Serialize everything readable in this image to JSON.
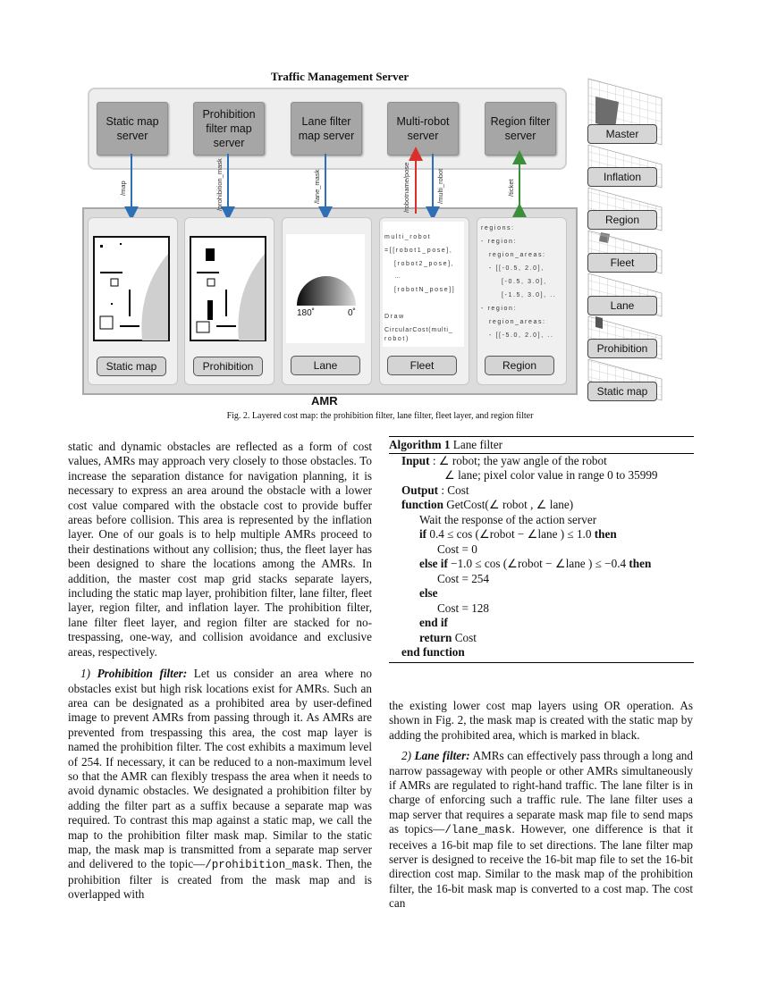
{
  "figure": {
    "server_title": "Traffic Management Server",
    "servers": [
      "Static map server",
      "Prohibition filter map server",
      "Lane filter map server",
      "Multi-robot server",
      "Region filter server"
    ],
    "topics": [
      "/map",
      "/prohibition_mask",
      "/lane_mask",
      "/robotname/pose",
      "/multi_robot",
      "/ticket"
    ],
    "amr_label": "AMR",
    "panels": [
      "Static map",
      "Prohibition",
      "Lane",
      "Fleet",
      "Region"
    ],
    "lane_angles": [
      "180˚",
      "0˚"
    ],
    "fleet_text": [
      "multi_robot",
      "=[[robot1_pose],",
      "[robot2_pose],",
      "…",
      "[robotN_pose]]",
      "Draw",
      "CircularCost(multi_",
      "robot)"
    ],
    "region_text": [
      "regions:",
      "- region:",
      "region_areas:",
      "- [[-0.5, 2.0],",
      "[-0.5, 3.0],",
      "[-1.5, 3.0], ..",
      "- region:",
      "region_areas:",
      "- [[-5.0, 2.0], .."
    ],
    "layers": [
      "Master",
      "Inflation",
      "Region",
      "Fleet",
      "Lane",
      "Prohibition",
      "Static map"
    ],
    "caption": "Fig. 2.   Layered cost map: the prohibition filter, lane filter, fleet layer, and region filter",
    "colors": {
      "blue_arrow": "#2f6fb5",
      "red_arrow": "#d9302b",
      "green_arrow": "#3a8f3a"
    }
  },
  "left_column": {
    "p1": "static and dynamic obstacles are reflected as a form of cost values, AMRs may approach very closely to those obstacles. To increase the separation distance for navigation planning, it is necessary to express an area around the obstacle with a lower cost value compared with the obstacle cost to provide buffer areas before collision. This area is represented by the inflation layer. One of our goals is to help multiple AMRs proceed to their destinations without any collision; thus, the fleet layer has been designed to share the locations among the AMRs. In addition, the master cost map grid stacks separate layers, including the static map layer, prohibition filter, lane filter, fleet layer, region filter, and inflation layer. The prohibition filter, lane filter fleet layer, and region filter are stacked for no-trespassing, one-way, and collision avoidance and exclusive areas, respectively.",
    "p2_num": "1)",
    "p2_title": "Prohibition filter:",
    "p2_a": " Let us consider an area where no obstacles exist but high risk locations exist for AMRs. Such an area can be designated as a prohibited area by user-defined image to prevent AMRs from passing through it. As AMRs are prevented from trespassing this area, the cost map layer is named the prohibition filter. The cost exhibits a maximum level of 254. If necessary, it can be reduced to a non-maximum level so that the AMR can flexibly trespass the area when it needs to avoid dynamic obstacles. We designated a prohibition filter by adding the filter part as a suffix because a separate map was required. To contrast this map against a static map, we call the map to the prohibition filter mask map. Similar to the static map, the mask map is transmitted from a separate map server and delivered to the topic—",
    "p2_code": "/prohibition_mask",
    "p2_b": ". Then, the prohibition filter is created from the mask map and is overlapped with"
  },
  "algorithm": {
    "title_bold": "Algorithm 1",
    "title": " Lane filter",
    "input_kw": "Input",
    "input_1": " : ∠ robot; the yaw angle of the robot",
    "input_2": "∠ lane; pixel color value in range 0 to 35999",
    "output_kw": "Output",
    "output": " : Cost",
    "function_kw": "function",
    "function": " GetCost(∠ robot , ∠ lane)",
    "wait": "Wait the response of the action server",
    "if_kw": "if",
    "if_cond": " 0.4 ≤ cos (∠robot − ∠lane ) ≤ 1.0 ",
    "then_kw": "then",
    "cost_0": "Cost = 0",
    "elseif_kw": "else if",
    "elseif_cond": " −1.0 ≤ cos (∠robot − ∠lane ) ≤ −0.4 ",
    "cost_254": "Cost = 254",
    "else_kw": "else",
    "cost_128": "Cost = 128",
    "endif_kw": "end if",
    "return_kw": "return",
    "return_val": " Cost",
    "endfunction_kw": "end function"
  },
  "right_column": {
    "p1": "the existing lower cost map layers using OR operation. As shown in Fig. 2, the mask map is created with the static map by adding the prohibited area, which is marked in black.",
    "p2_num": "2)",
    "p2_title": "Lane filter:",
    "p2_a": " AMRs can effectively pass through a long and narrow passageway with people or other AMRs simultaneously if AMRs are regulated to right-hand traffic. The lane filter is in charge of enforcing such a traffic rule. The lane filter uses a map server that requires a separate mask map file to send maps as topics—",
    "p2_code": "/lane_mask",
    "p2_b": ". However, one difference is that it receives a 16-bit map file to set directions. The lane filter map server is designed to receive the 16-bit map file to set the 16-bit direction cost map. Similar to the mask map of the prohibition filter, the 16-bit mask map is converted to a cost map. The cost can"
  }
}
